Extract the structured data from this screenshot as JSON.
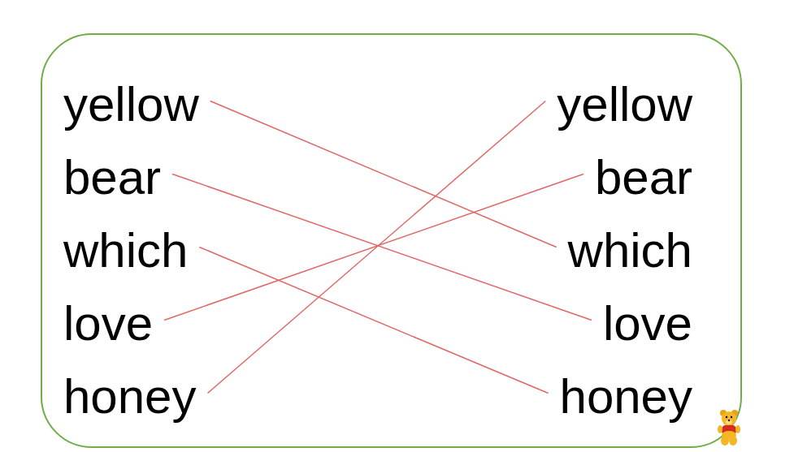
{
  "diagram": {
    "nodes": [
      {
        "text": [
          "yellow"
        ]
      },
      {
        "text": [
          "bear"
        ]
      },
      {
        "text": [
          "which"
        ]
      },
      {
        "text": [
          "love"
        ]
      },
      {
        "text": [
          "honey"
        ]
      },
      {
        "text": [
          "yellow"
        ]
      },
      {
        "text": [
          "bear"
        ]
      },
      {
        "text": [
          "which"
        ]
      },
      {
        "text": [
          "love"
        ]
      },
      {
        "text": [
          "honey"
        ]
      }
    ],
    "edges": [
      {
        "from": 0,
        "to": 7,
        "arrow": "none"
      },
      {
        "from": 1,
        "to": 8,
        "arrow": "none"
      },
      {
        "from": 2,
        "to": 9,
        "arrow": "none"
      },
      {
        "from": 3,
        "to": 6,
        "arrow": "none"
      },
      {
        "from": 4,
        "to": 5,
        "arrow": "none"
      }
    ]
  }
}
